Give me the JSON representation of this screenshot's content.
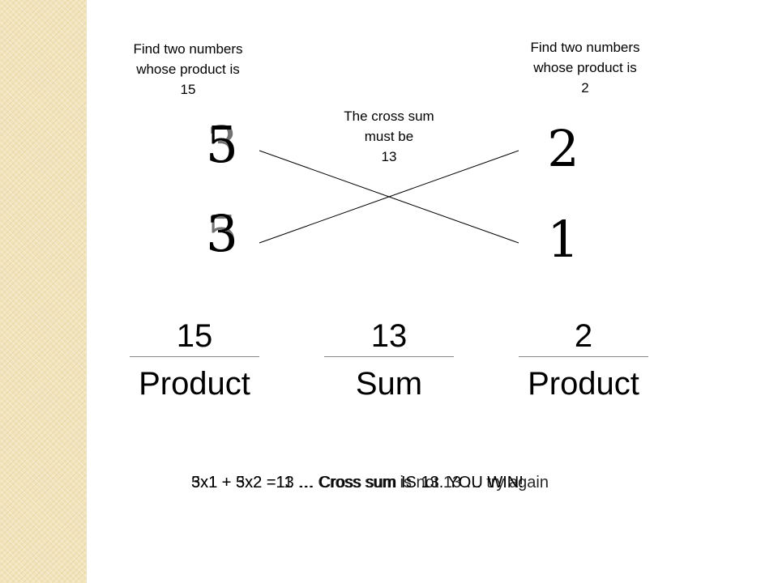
{
  "left_note": {
    "lines": [
      "Find two numbers",
      "whose product is",
      "15"
    ]
  },
  "right_note": {
    "lines": [
      "Find two numbers",
      "whose product is",
      "2"
    ]
  },
  "center_note": {
    "lines": [
      "The cross sum",
      "must be",
      "13"
    ]
  },
  "left_numbers": {
    "top": "5",
    "top_ghost": "3",
    "bottom": "3",
    "bottom_ghost": "5"
  },
  "right_numbers": {
    "top": "2",
    "bottom": "1"
  },
  "totals": {
    "left": {
      "value": "15",
      "label": "Product"
    },
    "middle": {
      "value": "13",
      "label": "Sum"
    },
    "right": {
      "value": "2",
      "label": "Product"
    }
  },
  "bottom_messages": [
    "3x1 + 5x2 =13 … Cross sum IS 13. YOU WIN!",
    "5x1 + 3x2 =11 … Cross sum is not 13 … try again"
  ],
  "colors": {
    "sidebar": "#f2e3bb",
    "rule": "#888888"
  }
}
